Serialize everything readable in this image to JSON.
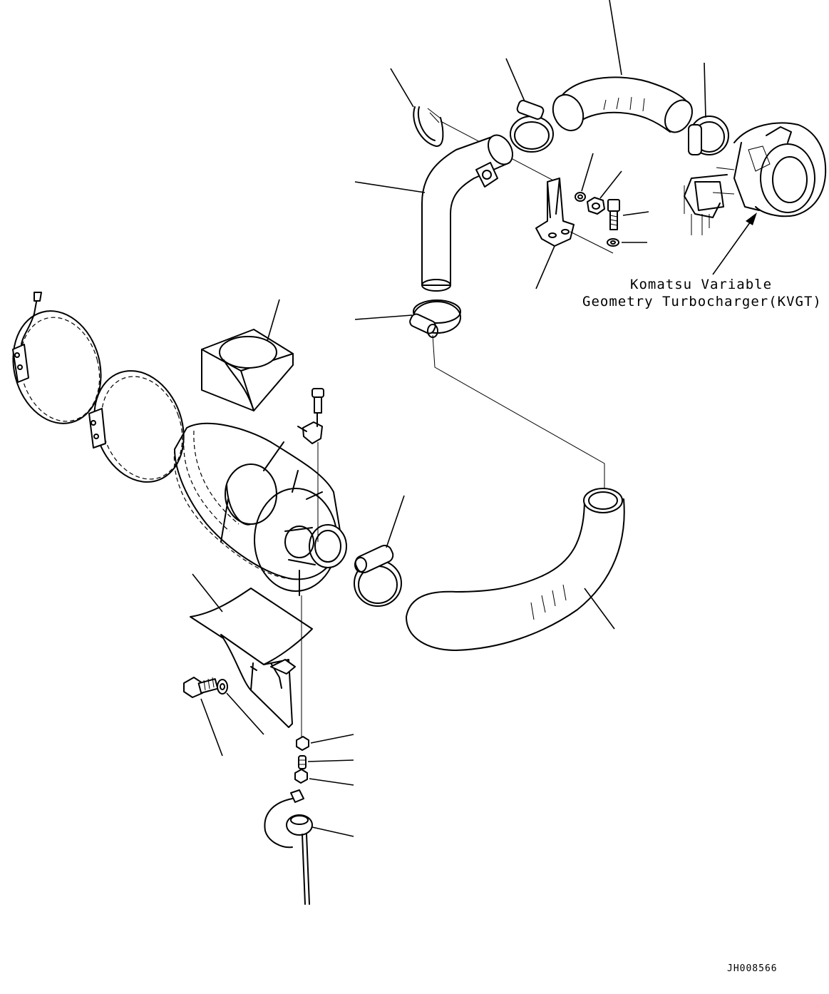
{
  "annotation": {
    "line1": "Komatsu Variable",
    "line2": "Geometry Turbocharger(KVGT)"
  },
  "drawing_code": "JH008566"
}
